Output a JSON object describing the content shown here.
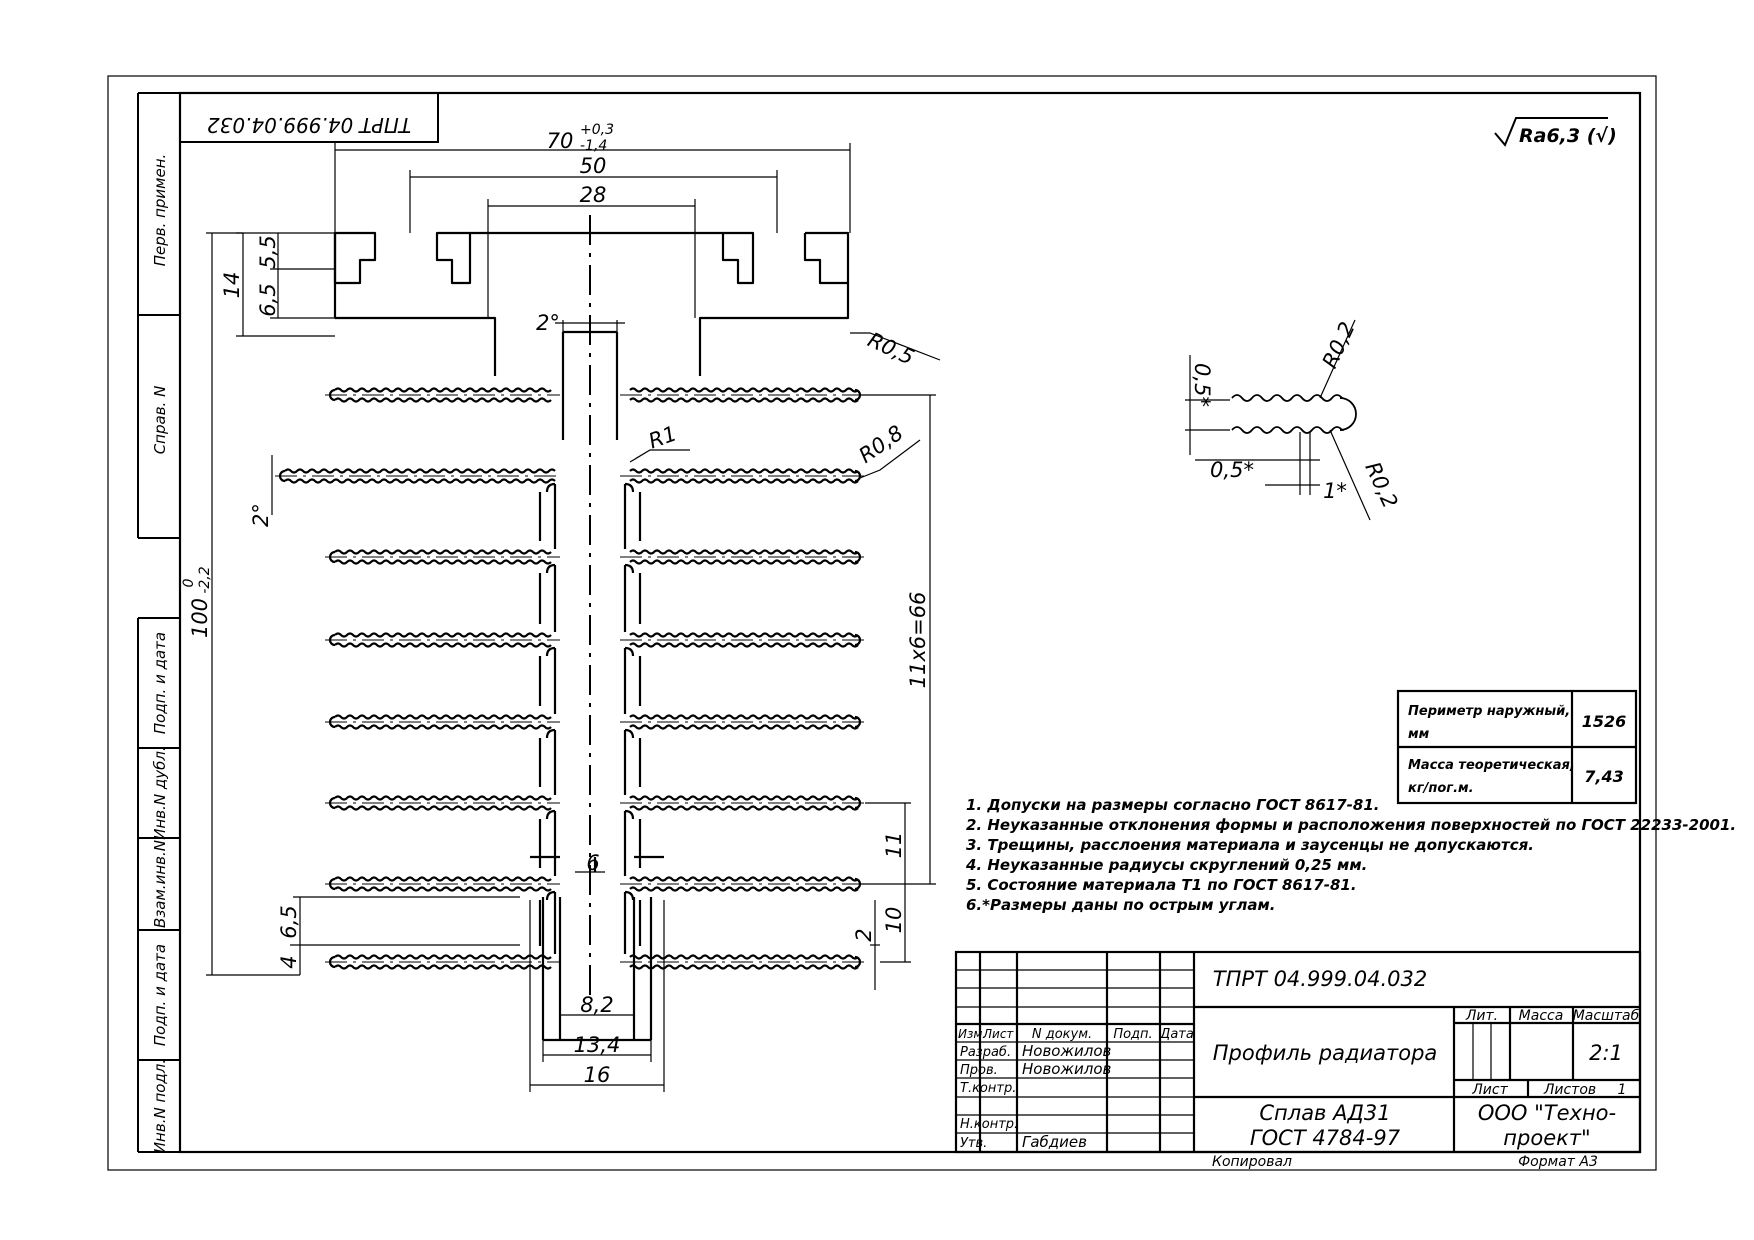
{
  "doc_code_top": "ТПРТ 04.999.04.032",
  "roughness": "Ra6,3 (√)",
  "side_labels": {
    "perv_primen": "Перв. примен.",
    "sprav_n": "Справ. N",
    "podp_data_1": "Подп. и дата",
    "inv_dubl": "Инв.N дубл.",
    "vzam_inv": "Взам.инв.N",
    "podp_data_2": "Подп. и дата",
    "inv_podl": "Инв.N подл."
  },
  "dimensions": {
    "d70": "70",
    "d70_tol_upper": "+0,3",
    "d70_tol_lower": "-1,4",
    "d50": "50",
    "d28": "28",
    "d14": "14",
    "d5_5": "5,5",
    "d6_5_top": "6,5",
    "angle_top": "2°",
    "angle_left": "2°",
    "r05": "R0,5",
    "r1": "R1",
    "r08": "R0,8",
    "d100": "100",
    "d100_tol_upper": "0",
    "d100_tol_lower": "-2,2",
    "d11x6": "11x6=66",
    "d11": "11",
    "d10": "10",
    "d2": "2",
    "d6": "6",
    "d6_5_bottom": "6,5",
    "d4": "4",
    "d8_2": "8,2",
    "d13_4": "13,4",
    "d16": "16"
  },
  "detail": {
    "r02_top": "R0,2",
    "d05_vert": "0,5*",
    "d05_horiz": "0,5*",
    "d1": "1*",
    "r02_bottom": "R0,2"
  },
  "properties": [
    {
      "label": "Периметр наружный, мм",
      "value": "1526"
    },
    {
      "label": "Масса теоретическая, кг/пог.м.",
      "value": "7,43"
    }
  ],
  "notes": [
    "1. Допуски на размеры согласно ГОСТ 8617-81.",
    "2. Неуказанные отклонения формы и расположения поверхностей по ГОСТ 22233-2001.",
    "3. Трещины, расслоения материала и заусенцы не допускаются.",
    "4. Неуказанные радиусы скруглений 0,25 мм.",
    "5. Состояние материала Т1 по ГОСТ 8617-81.",
    "6.*Размеры даны по острым углам."
  ],
  "title_block": {
    "doc_code": "ТПРТ 04.999.04.032",
    "title": "Профиль радиатора",
    "material_1": "Сплав АД31",
    "material_2": "ГОСТ 4784-97",
    "company_1": "ООО \"Техно-",
    "company_2": "проект\"",
    "head_izm": "Изм.",
    "head_list": "Лист",
    "head_ndokum": "N докум.",
    "head_podp": "Подп.",
    "head_data": "Дата",
    "row_razrab": "Разраб.",
    "row_prov": "Пров.",
    "row_tkontr": "Т.контр.",
    "row_nkontr": "Н.контр.",
    "row_utv": "Утв.",
    "razrab_name": "Новожилов",
    "prov_name": "Новожилов",
    "utv_name": "Габдиев",
    "lit": "Лит.",
    "massa": "Масса",
    "masshtab": "Масштаб",
    "scale_value": "2:1",
    "list": "Лист",
    "listov": "Листов",
    "listov_value": "1",
    "kopiroval": "Копировал",
    "format": "Формат A3"
  }
}
